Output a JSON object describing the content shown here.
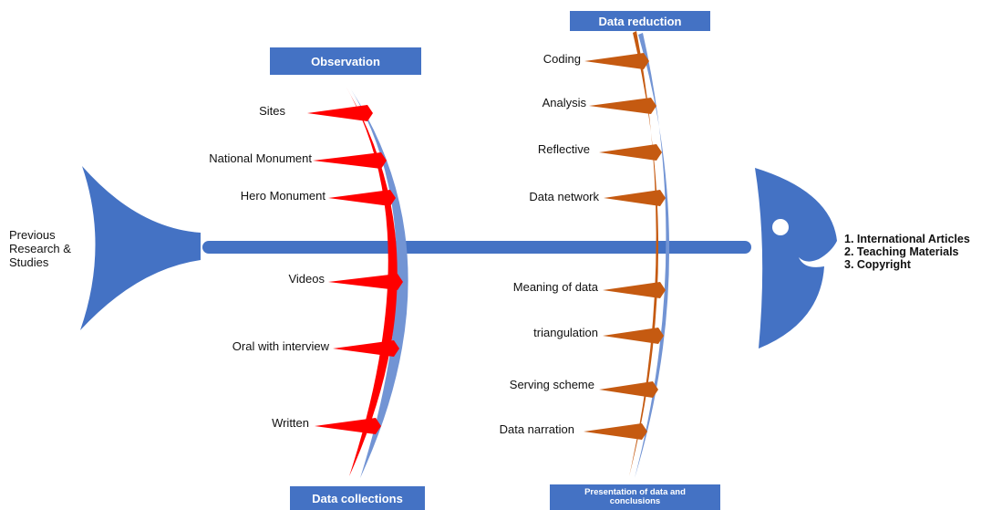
{
  "tail_label": [
    "Previous",
    "Research &",
    "Studies"
  ],
  "outcomes": [
    "1. International Articles",
    "2. Teaching Materials",
    "3. Copyright"
  ],
  "boxes": {
    "observation": "Observation",
    "data_collections": "Data collections",
    "data_reduction": "Data reduction",
    "presentation": [
      "Presentation of data and",
      "conclusions"
    ]
  },
  "left_ribs": [
    "Sites",
    "National Monument",
    "Hero Monument",
    "Videos",
    "Oral with interview",
    "Written"
  ],
  "right_ribs": [
    "Coding",
    "Analysis",
    "Reflective",
    "Data network",
    "Meaning of data",
    "triangulation",
    "Serving scheme",
    "Data narration"
  ],
  "colors": {
    "blue": "#4472c4",
    "light_blue": "#7294d4",
    "red": "#ff0000",
    "orange": "#c55a11"
  }
}
